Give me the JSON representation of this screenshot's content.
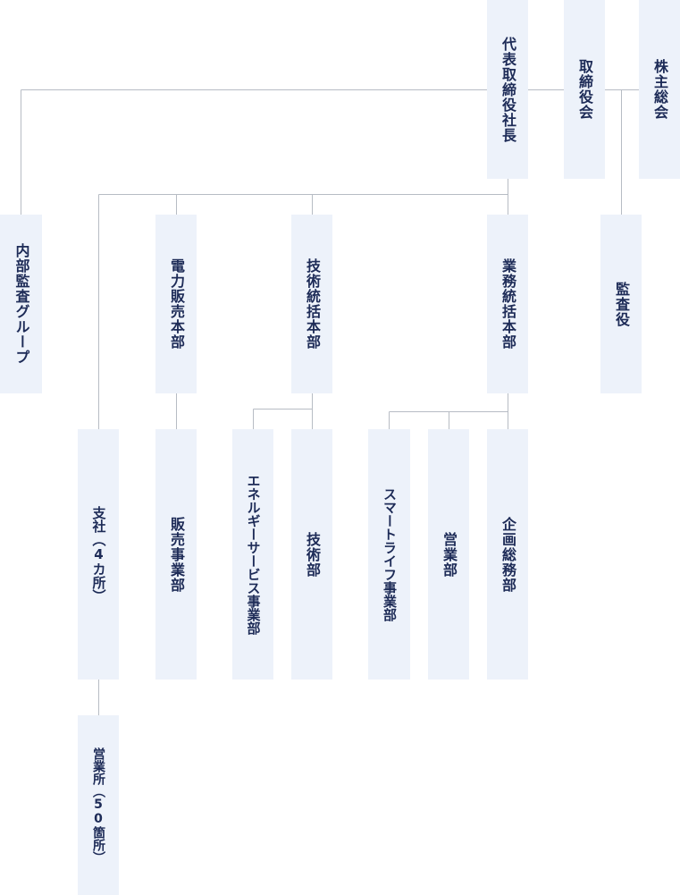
{
  "org": {
    "shareholders_meeting": "株主総会",
    "board": "取締役会",
    "president": "代表取締役社長",
    "auditors": "監査役",
    "internal_audit": "内部監査グループ",
    "power_sales_hq": "電力販売本部",
    "power_sales_dept": "販売事業部",
    "technology_hq": "技術統括本部",
    "energy_service_dept": "エネルギーサービス事業部",
    "technology_dept": "技術部",
    "business_hq": "業務統括本部",
    "smart_life_dept": "スマートライフ事業部",
    "sales_dept": "営業部",
    "planning_dept": "企画総務部",
    "branches": "支社（4カ所）",
    "sales_offices": "営業所（50箇所）"
  },
  "colors": {
    "box_fill": "#edf2fa",
    "text": "#1d2b57",
    "connector": "#b7bcc4"
  }
}
